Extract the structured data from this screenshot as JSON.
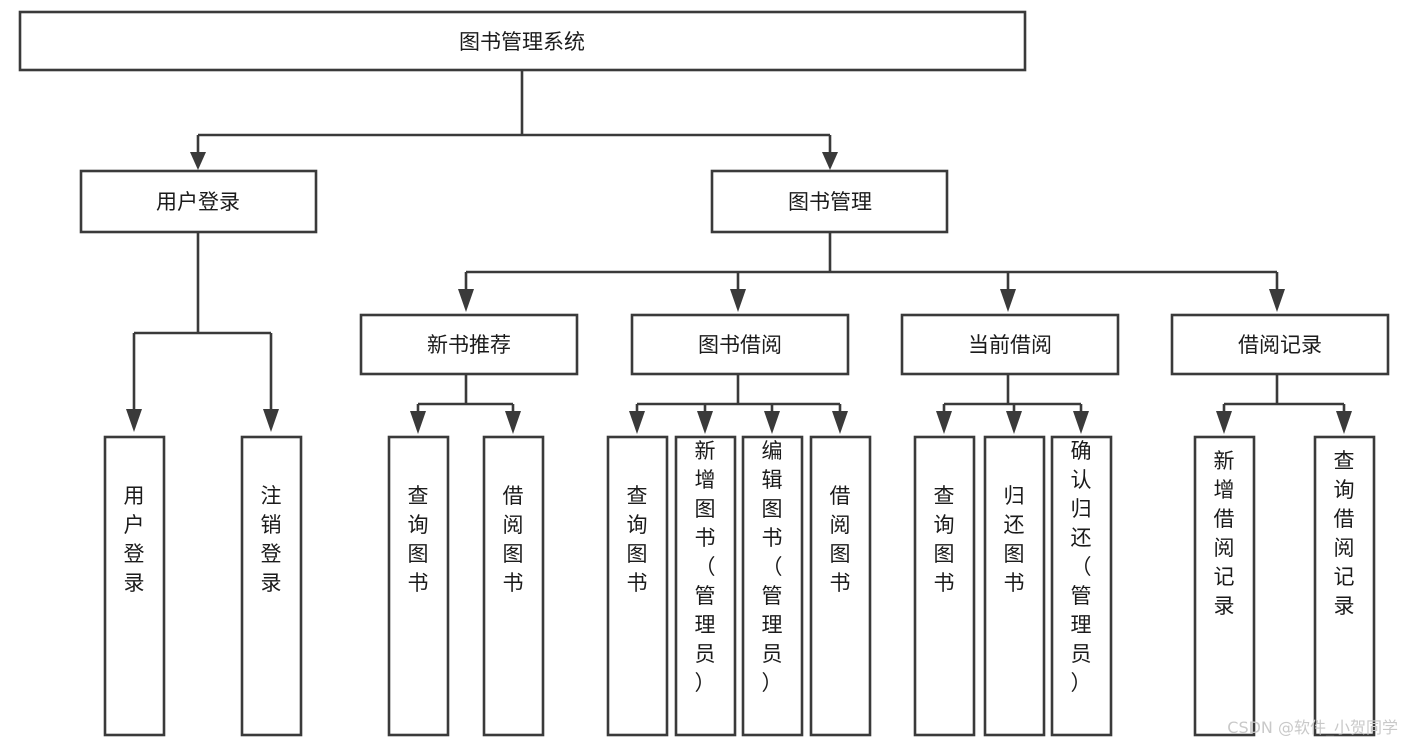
{
  "diagram": {
    "title": "图书管理系统",
    "type": "hierarchy-tree",
    "orientation": "top-down",
    "colors": {
      "box_stroke": "#3a3a3a",
      "box_fill": "#ffffff",
      "connector": "#3a3a3a",
      "text": "#1b1b1b",
      "watermark": "#c9c9c9",
      "background": "#ffffff"
    },
    "levels": {
      "root": {
        "label": "图书管理系统",
        "orientation": "horizontal"
      },
      "level2": [
        {
          "label": "用户登录",
          "orientation": "horizontal"
        },
        {
          "label": "图书管理",
          "orientation": "horizontal"
        }
      ],
      "level3": [
        {
          "label": "新书推荐",
          "orientation": "horizontal"
        },
        {
          "label": "图书借阅",
          "orientation": "horizontal"
        },
        {
          "label": "当前借阅",
          "orientation": "horizontal"
        },
        {
          "label": "借阅记录",
          "orientation": "horizontal"
        }
      ],
      "leaves": {
        "user_login": [
          {
            "label": "用户登录",
            "orientation": "vertical"
          },
          {
            "label": "注销登录",
            "orientation": "vertical"
          }
        ],
        "new_book_recommend": [
          {
            "label": "查询图书",
            "orientation": "vertical"
          },
          {
            "label": "借阅图书",
            "orientation": "vertical"
          }
        ],
        "book_borrow": [
          {
            "label": "查询图书",
            "orientation": "vertical"
          },
          {
            "label": "新增图书（管理员）",
            "orientation": "vertical"
          },
          {
            "label": "编辑图书（管理员）",
            "orientation": "vertical"
          },
          {
            "label": "借阅图书",
            "orientation": "vertical"
          }
        ],
        "current_borrow": [
          {
            "label": "查询图书",
            "orientation": "vertical"
          },
          {
            "label": "归还图书",
            "orientation": "vertical"
          },
          {
            "label": "确认归还（管理员）",
            "orientation": "vertical"
          }
        ],
        "borrow_record": [
          {
            "label": "新增借阅记录",
            "orientation": "vertical"
          },
          {
            "label": "查询借阅记录",
            "orientation": "vertical"
          }
        ]
      }
    },
    "watermark": "CSDN @软件_小贺同学"
  }
}
